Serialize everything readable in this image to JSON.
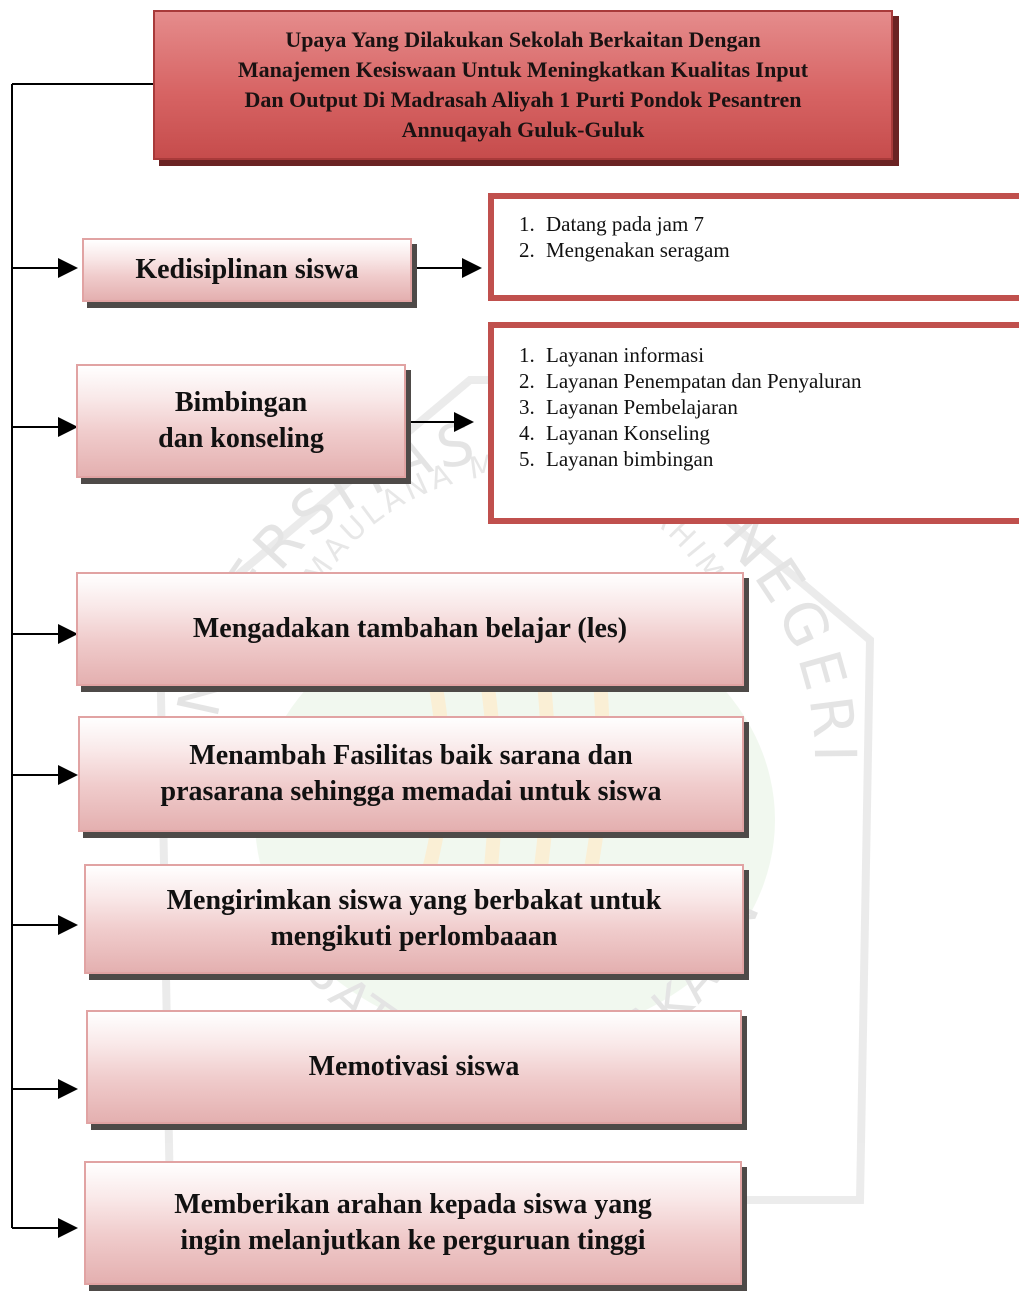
{
  "title": "Upaya Yang Dilakukan Sekolah Berkaitan Dengan\nManajemen Kesiswaan Untuk Meningkatkan Kualitas Input\nDan Output Di Madrasah Aliyah 1 Purti Pondok Pesantren\nAnnuqayah Guluk-Guluk",
  "nodes": [
    {
      "label": "Kedisiplinan siswa"
    },
    {
      "label": "Bimbingan\ndan konseling"
    },
    {
      "label": "Mengadakan tambahan belajar (les)"
    },
    {
      "label": "Menambah Fasilitas baik sarana dan\nprasarana sehingga memadai untuk siswa"
    },
    {
      "label": "Mengirimkan siswa yang berbakat untuk\nmengikuti perlombaaan"
    },
    {
      "label": "Memotivasi siswa"
    },
    {
      "label": "Memberikan arahan kepada siswa yang\ningin melanjutkan ke perguruan tinggi"
    }
  ],
  "details": {
    "kedisiplinan": [
      "Datang pada jam 7",
      "Mengenakan seragam"
    ],
    "bimbingan": [
      "Layanan informasi",
      "Layanan Penempatan dan Penyaluran",
      "Layanan Pembelajaran",
      "Layanan Konseling",
      "Layanan bimbingan"
    ]
  },
  "watermark": {
    "arc_top": "UNIVERSITAS ISLAM NEGERI",
    "arc_inner": "MAULANA MALIK IBRAHIM",
    "arc_bottom": "PUSAT PERPUSTAKAAN"
  }
}
